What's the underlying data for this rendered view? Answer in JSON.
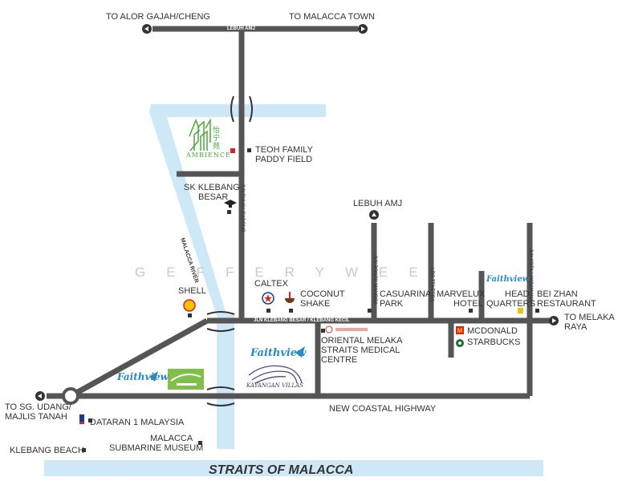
{
  "labels": {
    "to_alor_gajah": "TO ALOR GAJAH/CHENG",
    "to_malacca_town": "TO MALACCA TOWN",
    "lebuh_amj_top": "LEBUH AMJ",
    "teoh_family": "TEOH FAMILY",
    "paddy_field": "PADDY FIELD",
    "sk_klebang": "SK KLEBANG",
    "besar": "BESAR",
    "jln_pulau_gadong": "JLN PULAU GADONG",
    "malacca_river": "MALACCA RIVER",
    "lebuh_amj_mid": "LEBUH AMJ",
    "shell": "SHELL",
    "caltex": "CALTEX",
    "coconut": "COCONUT",
    "shake": "SHAKE",
    "casuarina": "CASUARINA",
    "park": "PARK",
    "marvelux": "MARVELUX",
    "hotel": "HOTEL",
    "head": "HEAD",
    "quarters": "QUARTERS",
    "bei_zhan": "BEI ZHAN",
    "restaurant": "RESTAURANT",
    "to_melaka": "TO MELAKA",
    "raya": "RAYA",
    "jln_klebang": "JLN KLEBANG BESAR / KLEBANG KECIL",
    "jln_pokok_mangga": "JLN POKOK MANGGA",
    "lrg_tentera": "LRG TENTERA",
    "jln_kota_laksamana": "JLN KOTA LAKSAMANA",
    "oriental_1": "ORIENTAL MELAKA",
    "oriental_2": "STRAITS MEDICAL",
    "oriental_3": "CENTRE",
    "mcdonald": "MCDONALD",
    "starbucks": "STARBUCKS",
    "to_sg_udang_1": "TO SG. UDANG/",
    "to_sg_udang_2": "MAJLIS TANAH",
    "dataran": "DATARAN 1 MALAYSIA",
    "new_coastal": "NEW COASTAL HIGHWAY",
    "klebang_beach": "KLEBANG BEACH",
    "malacca_sub_1": "MALACCA",
    "malacca_sub_2": "SUBMARINE MUSEUM",
    "straits": "STRAITS OF MALACCA",
    "watermark": "GEFFERYWEE"
  },
  "brands": {
    "faithview": "Faithview",
    "ambience": "AMBIENCE",
    "ambience_chinese": "怡宁苑",
    "kayangan": "KAYANGAN VILLAS"
  },
  "colors": {
    "road": "#555555",
    "water": "#cfe8f7",
    "marker_red": "#e02020",
    "marker_yellow": "#f2c200",
    "shell": "#f5c400",
    "brand_blue": "#2a8ac0",
    "brand_green": "#4ea53f"
  }
}
